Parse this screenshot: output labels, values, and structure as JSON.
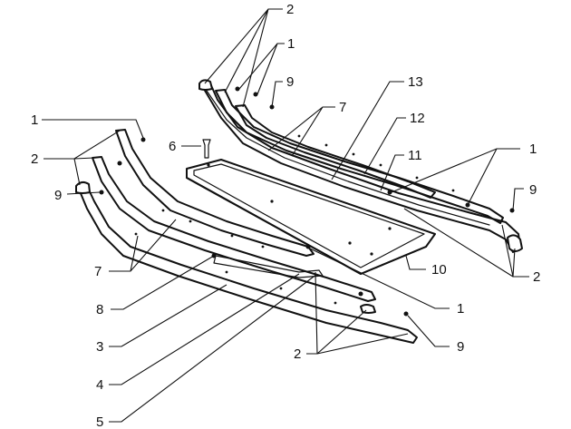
{
  "callouts": {
    "c2_top": "2",
    "c1_top": "1",
    "c9_top": "9",
    "c13": "13",
    "c7_top": "7",
    "c12": "12",
    "c1_left": "1",
    "c6": "6",
    "c11": "11",
    "c1_right": "1",
    "c2_left": "2",
    "c9_left": "9",
    "c9_right": "9",
    "c7_bottom": "7",
    "c10": "10",
    "c2_right": "2",
    "c8": "8",
    "c1_bottom": "1",
    "c3": "3",
    "c9_bottom": "9",
    "c4": "4",
    "c2_bottom": "2",
    "c5": "5"
  }
}
